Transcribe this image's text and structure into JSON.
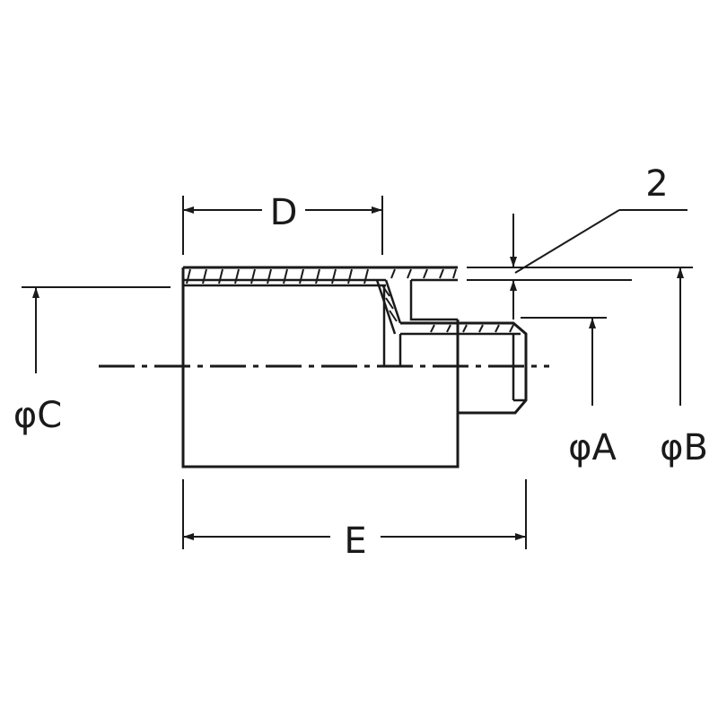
{
  "drawing": {
    "labels": {
      "D": "D",
      "E": "E",
      "phi_A": "φA",
      "phi_B": "φB",
      "phi_C": "φC",
      "thickness": "2"
    }
  }
}
